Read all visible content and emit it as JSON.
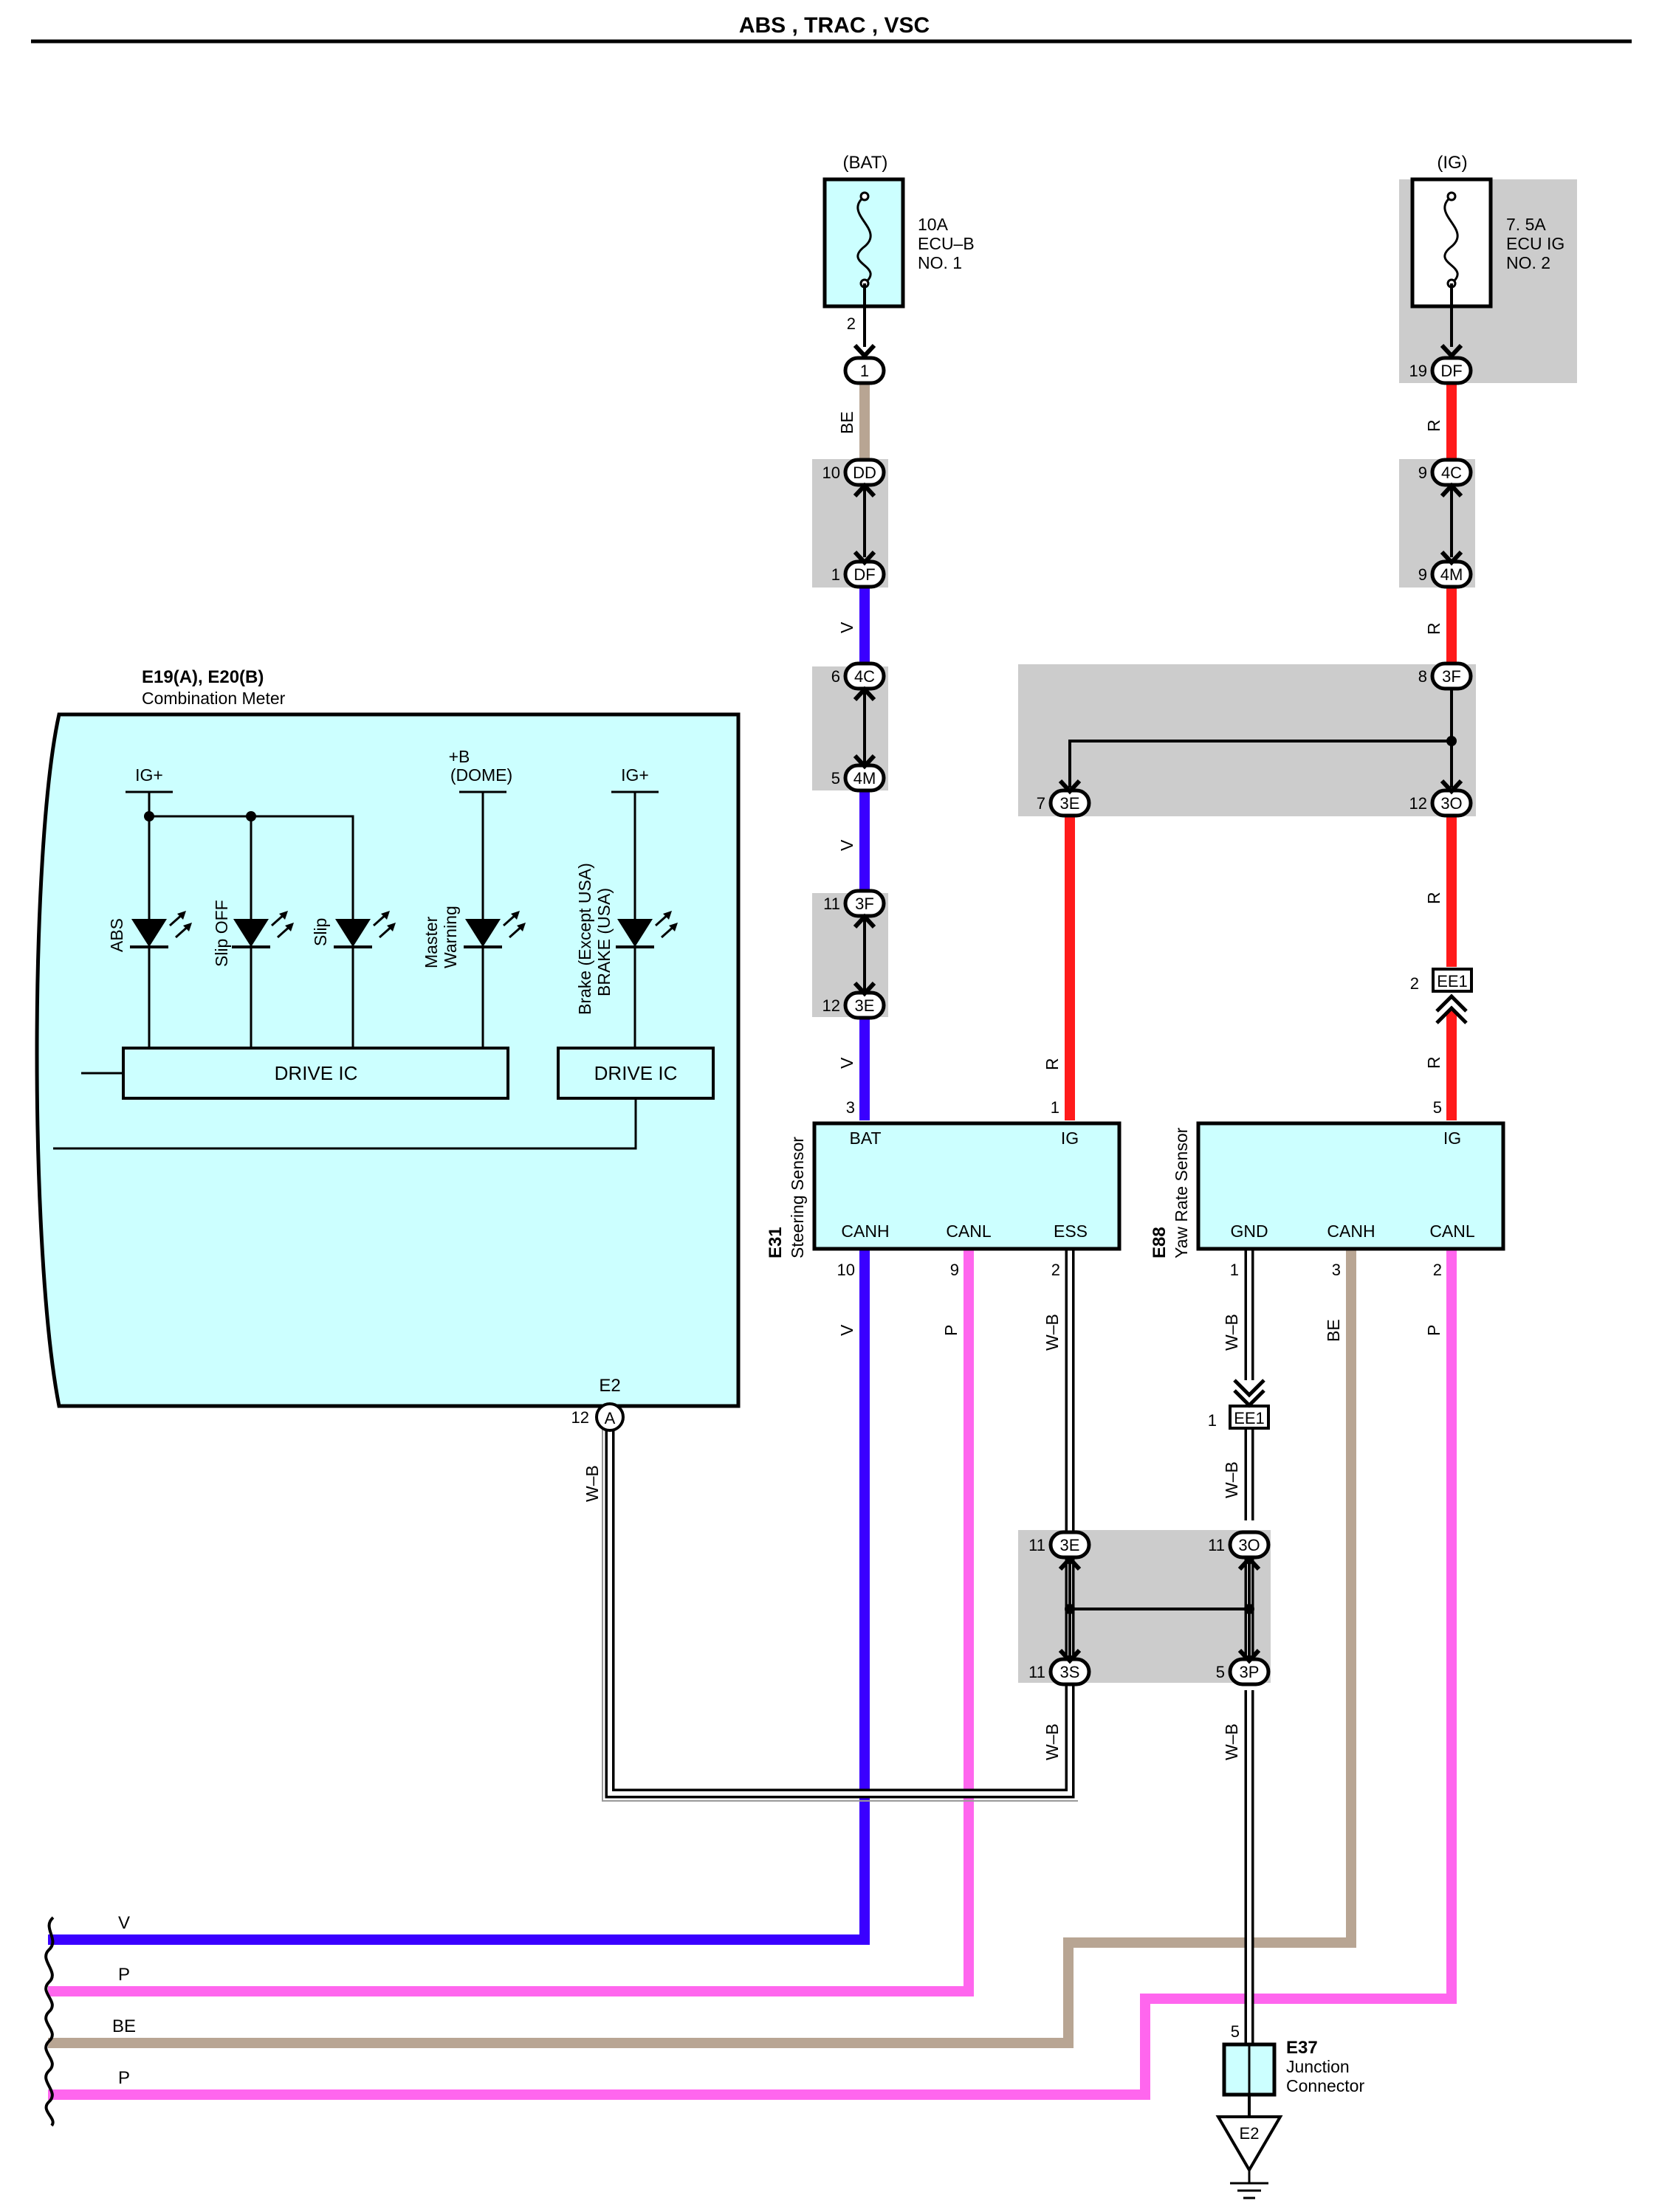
{
  "title": "ABS , TRAC , VSC",
  "colors": {
    "bg": "#ffffff",
    "box_fill": "#ccffff",
    "gray": "#cccccc",
    "V": "#3a00ff",
    "R": "#ff1a1a",
    "P": "#ff66ee",
    "BE": "#b8a593"
  },
  "power": {
    "bat": {
      "label": "(BAT)",
      "fuse": [
        "10A",
        "ECU–B",
        "NO. 1"
      ],
      "pin": "2",
      "conn": "1"
    },
    "ig": {
      "label": "(IG)",
      "fuse": [
        "7. 5A",
        "ECU IG",
        "NO. 2"
      ],
      "pin": "19",
      "conn": "DF"
    }
  },
  "meter": {
    "id": "E19(A), E20(B)",
    "name": "Combination Meter",
    "ig1": "IG+",
    "ig2": "IG+",
    "dome": [
      "+B",
      "(DOME)"
    ],
    "leds": [
      {
        "name": "ABS"
      },
      {
        "name": "Slip OFF"
      },
      {
        "name": "Slip"
      },
      {
        "name": "Master",
        "line2": "Warning"
      },
      {
        "name": "Brake (Except USA)",
        "line2": "BRAKE (USA)"
      }
    ],
    "drive1": "DRIVE IC",
    "drive2": "DRIVE IC",
    "e2": "E2",
    "e2_pin": "12",
    "e2_conn": "A"
  },
  "left_connectors": [
    {
      "pin": "10",
      "name": "DD"
    },
    {
      "pin": "1",
      "name": "DF"
    },
    {
      "pin": "6",
      "name": "4C"
    },
    {
      "pin": "5",
      "name": "4M"
    },
    {
      "pin": "11",
      "name": "3F"
    },
    {
      "pin": "12",
      "name": "3E"
    }
  ],
  "right_connectors": [
    {
      "pin": "9",
      "name": "4C"
    },
    {
      "pin": "9",
      "name": "4M"
    },
    {
      "pin": "8",
      "name": "3F"
    },
    {
      "pin": "12",
      "name": "3O"
    },
    {
      "pin": "7",
      "name": "3E"
    }
  ],
  "ee1_top": {
    "pin": "2",
    "name": "EE1"
  },
  "ee1_bottom": {
    "pin": "1",
    "name": "EE1"
  },
  "steering": {
    "id": "E31",
    "name": "Steering Sensor",
    "pins": [
      {
        "label": "BAT",
        "num": "3"
      },
      {
        "label": "IG",
        "num": "1"
      },
      {
        "label": "CANH",
        "num": "10"
      },
      {
        "label": "CANL",
        "num": "9"
      },
      {
        "label": "ESS",
        "num": "2"
      }
    ]
  },
  "yaw": {
    "id": "E88",
    "name": "Yaw Rate Sensor",
    "pins": [
      {
        "label": "IG",
        "num": "5"
      },
      {
        "label": "GND",
        "num": "1"
      },
      {
        "label": "CANH",
        "num": "3"
      },
      {
        "label": "CANL",
        "num": "2"
      }
    ]
  },
  "bottom_connectors": [
    {
      "pin": "11",
      "name": "3E"
    },
    {
      "pin": "11",
      "name": "3O"
    },
    {
      "pin": "11",
      "name": "3S"
    },
    {
      "pin": "5",
      "name": "3P"
    }
  ],
  "junction": {
    "id": "E37",
    "line1": "Junction",
    "line2": "Connector",
    "pin": "5",
    "ground": "E2"
  },
  "wire_labels": {
    "be": "BE",
    "v": "V",
    "r": "R",
    "p": "P",
    "wb": "W–B"
  },
  "bus_labels": [
    "V",
    "P",
    "BE",
    "P"
  ]
}
